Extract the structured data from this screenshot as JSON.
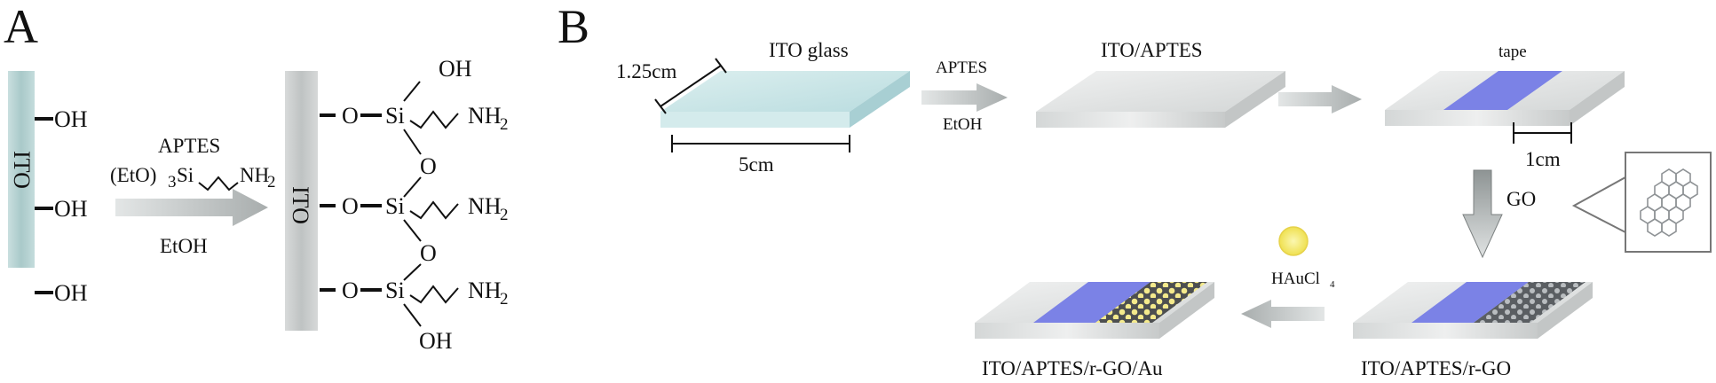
{
  "panel_a": {
    "letter": "A",
    "substrate_label": "ITO",
    "product_substrate_label": "ITO",
    "oh": "OH",
    "reagent_line1": "APTES",
    "reagent_line2_prefix": "(EtO)",
    "reagent_line2_sub": "3",
    "reagent_line2_si": "Si",
    "reagent_line2_nh": "NH",
    "reagent_line2_nh_sub": "2",
    "solvent": "EtOH",
    "o": "O",
    "si": "Si",
    "nh2": "NH",
    "nh2_sub": "2"
  },
  "panel_b": {
    "letter": "B",
    "ito_glass": "ITO  glass",
    "width_dim": "1.25cm",
    "length_dim": "5cm",
    "step1_reagent": "APTES",
    "step1_solvent": "EtOH",
    "ito_aptes": "ITO/APTES",
    "tape": "tape",
    "tape_dim": "1cm",
    "go": "GO",
    "haucl": "HAuCl",
    "haucl_sub": "4",
    "ito_aptes_rgo": "ITO/APTES/r-GO",
    "ito_aptes_rgo_au": "ITO/APTES/r-GO/Au"
  },
  "colors": {
    "ito_bar": "#b7d2d2",
    "glass": "#c8e4e6",
    "slide": "#d9dcdc",
    "tape": "#7b82e6",
    "gold": "#f1e56a",
    "arrow": "#c9cdcd"
  }
}
